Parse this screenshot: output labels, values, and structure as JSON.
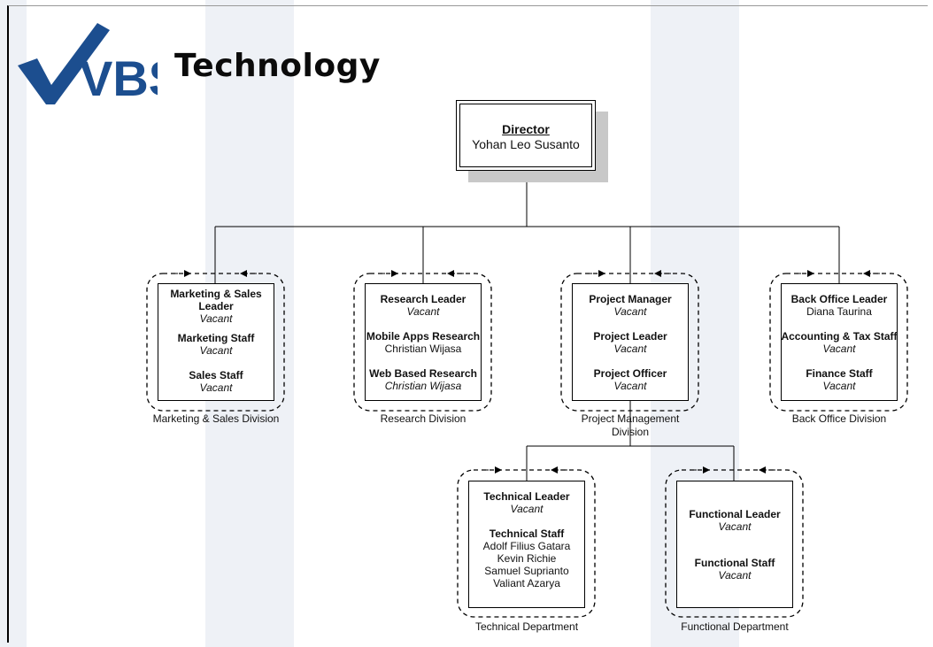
{
  "brand": {
    "logo_text": "VBS",
    "name": "Technology"
  },
  "director": {
    "title": "Director",
    "name": "Yohan Leo Susanto"
  },
  "divisions": [
    {
      "label": "Marketing & Sales Division",
      "roles": [
        {
          "title": "Marketing & Sales Leader",
          "name": "Vacant"
        },
        {
          "title": "Marketing Staff",
          "name": "Vacant"
        },
        {
          "title": "Sales Staff",
          "name": "Vacant"
        }
      ]
    },
    {
      "label": "Research Division",
      "roles": [
        {
          "title": "Research Leader",
          "name": "Vacant"
        },
        {
          "title": "Mobile Apps Research",
          "name": "Christian Wijasa"
        },
        {
          "title": "Web Based Research",
          "name": "Christian Wijasa"
        }
      ]
    },
    {
      "label": "Project Management Division",
      "roles": [
        {
          "title": "Project Manager",
          "name": "Vacant"
        },
        {
          "title": "Project Leader",
          "name": "Vacant"
        },
        {
          "title": "Project Officer",
          "name": "Vacant"
        }
      ]
    },
    {
      "label": "Back Office Division",
      "roles": [
        {
          "title": "Back Office Leader",
          "name": "Diana Taurina"
        },
        {
          "title": "Accounting & Tax Staff",
          "name": "Vacant"
        },
        {
          "title": "Finance Staff",
          "name": "Vacant"
        }
      ]
    }
  ],
  "departments": [
    {
      "label": "Technical Department",
      "roles": [
        {
          "title": "Technical Leader",
          "name": "Vacant"
        },
        {
          "title": "Technical Staff",
          "names": [
            "Adolf Filius Gatara",
            "Kevin Richie",
            "Samuel Suprianto",
            "Valiant Azarya"
          ]
        }
      ]
    },
    {
      "label": "Functional Department",
      "roles": [
        {
          "title": "Functional Leader",
          "name": "Vacant"
        },
        {
          "title": "Functional Staff",
          "name": "Vacant"
        }
      ]
    }
  ],
  "colors": {
    "logo_blue": "#1c4e8f",
    "background_stripe": "#eef1f6"
  }
}
